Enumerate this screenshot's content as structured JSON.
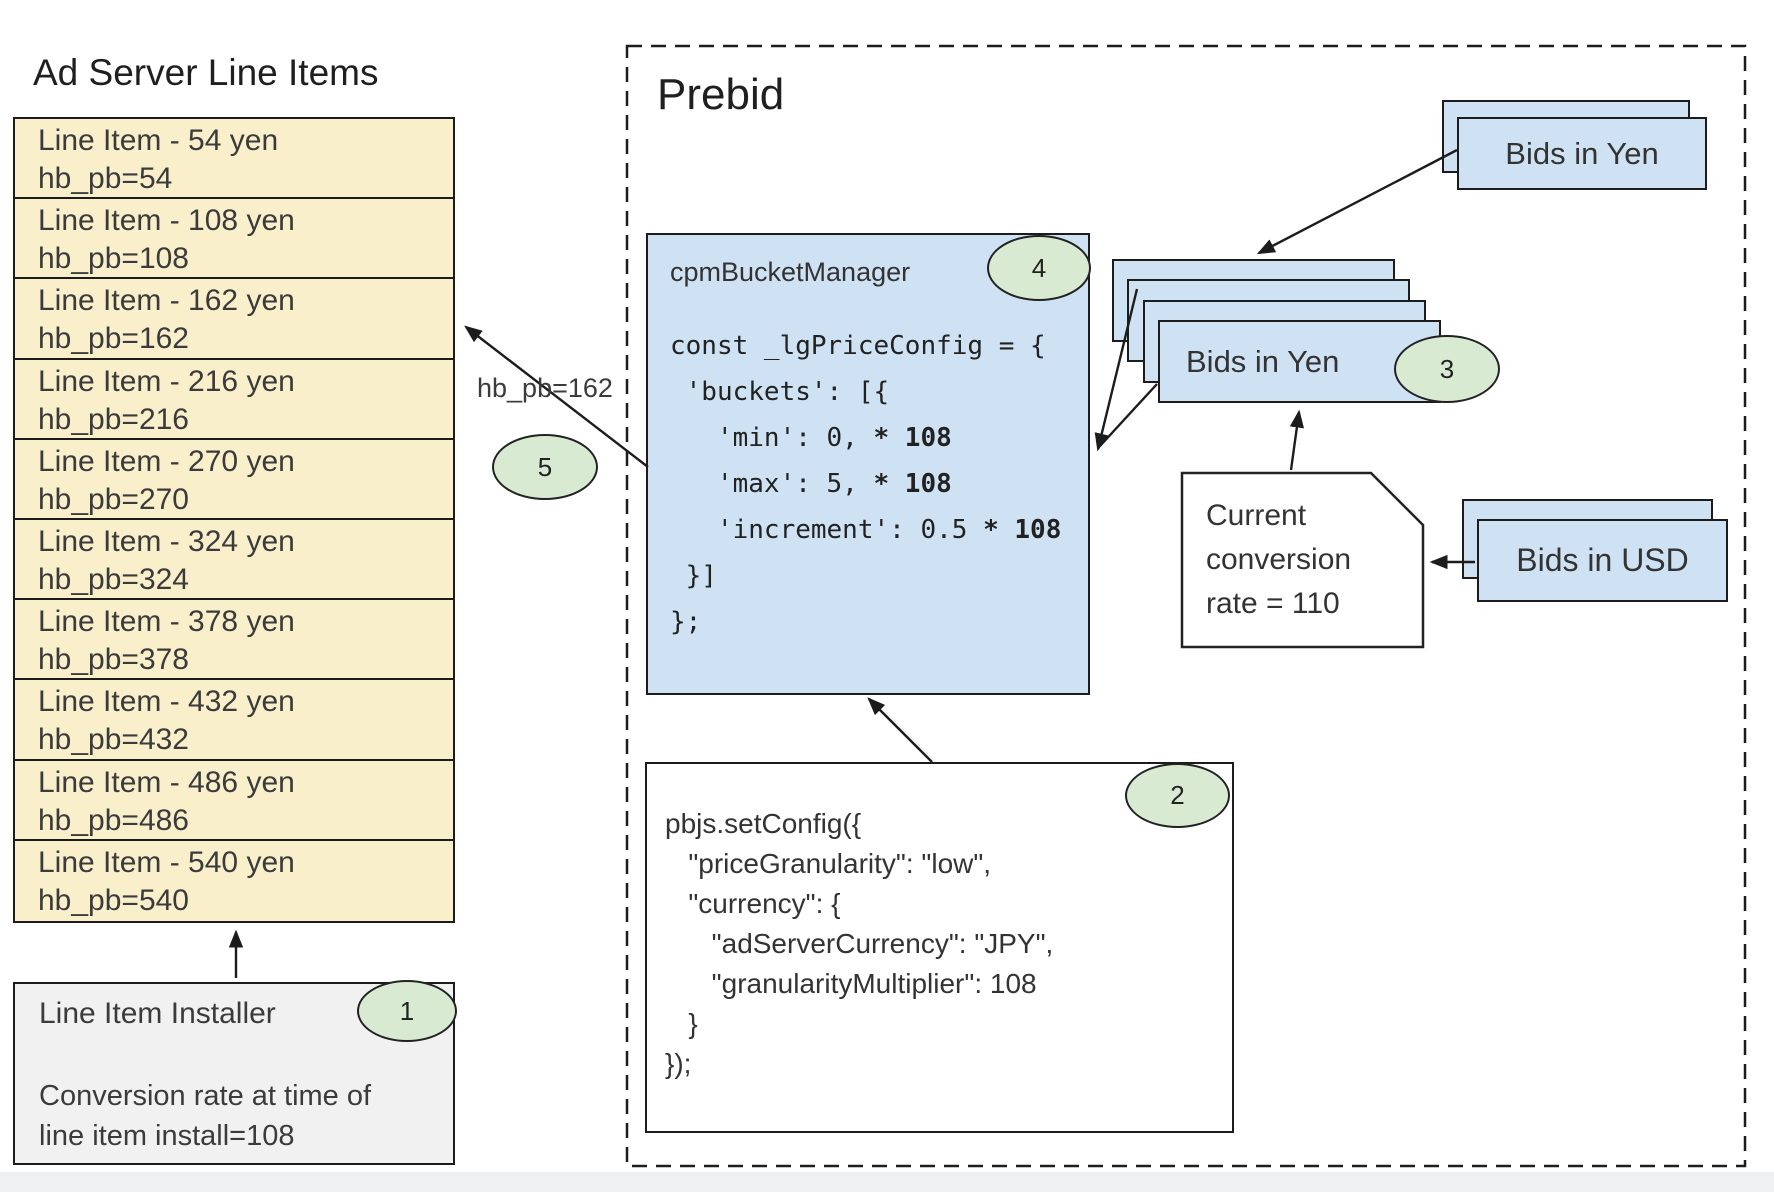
{
  "ad_server": {
    "title": "Ad Server Line Items",
    "line_items": [
      {
        "name": "Line Item - 54 yen",
        "key": "hb_pb=54"
      },
      {
        "name": "Line Item - 108 yen",
        "key": "hb_pb=108"
      },
      {
        "name": "Line Item - 162 yen",
        "key": "hb_pb=162"
      },
      {
        "name": "Line Item - 216 yen",
        "key": "hb_pb=216"
      },
      {
        "name": "Line Item - 270 yen",
        "key": "hb_pb=270"
      },
      {
        "name": "Line Item - 324 yen",
        "key": "hb_pb=324"
      },
      {
        "name": "Line Item - 378 yen",
        "key": "hb_pb=378"
      },
      {
        "name": "Line Item - 432 yen",
        "key": "hb_pb=432"
      },
      {
        "name": "Line Item - 486 yen",
        "key": "hb_pb=486"
      },
      {
        "name": "Line Item - 540 yen",
        "key": "hb_pb=540"
      }
    ],
    "installer": {
      "title": "Line Item Installer",
      "badge": "1",
      "note_line1": "Conversion rate at time of",
      "note_line2": "line item install=108"
    }
  },
  "prebid": {
    "title": "Prebid",
    "cpm_bucket_manager": {
      "label": "cpmBucketManager",
      "badge": "4",
      "code": [
        {
          "t": "const _lgPriceConfig = {",
          "b": ""
        },
        {
          "t": " 'buckets': [{",
          "b": ""
        },
        {
          "t": "   'min': 0, ",
          "b": "* 108"
        },
        {
          "t": "   'max': 5, ",
          "b": "* 108"
        },
        {
          "t": "   'increment': 0.5 ",
          "b": "* 108"
        },
        {
          "t": " }]",
          "b": ""
        },
        {
          "t": "};",
          "b": ""
        }
      ]
    },
    "set_config": {
      "badge": "2",
      "code": [
        "pbjs.setConfig({",
        "   \"priceGranularity\": \"low\",",
        "   \"currency\": {",
        "      \"adServerCurrency\": \"JPY\",",
        "      \"granularityMultiplier\": 108",
        "   }",
        "});"
      ]
    },
    "bids_in_yen_top": {
      "label": "Bids in Yen"
    },
    "bids_in_yen_stack": {
      "label": "Bids in Yen",
      "badge": "3"
    },
    "bids_in_usd": {
      "label": "Bids in USD"
    },
    "conversion_note": {
      "line1": "Current",
      "line2": "conversion",
      "line3": "rate = 110"
    },
    "flow_label": "hb_pb=162",
    "flow_badge": "5"
  },
  "colors": {
    "line_item_fill": "#f9efcb",
    "card_fill": "#cfe2f3",
    "badge_fill": "#d9ead3",
    "installer_fill": "#f1f1f1",
    "border": "#1c1c1c"
  }
}
